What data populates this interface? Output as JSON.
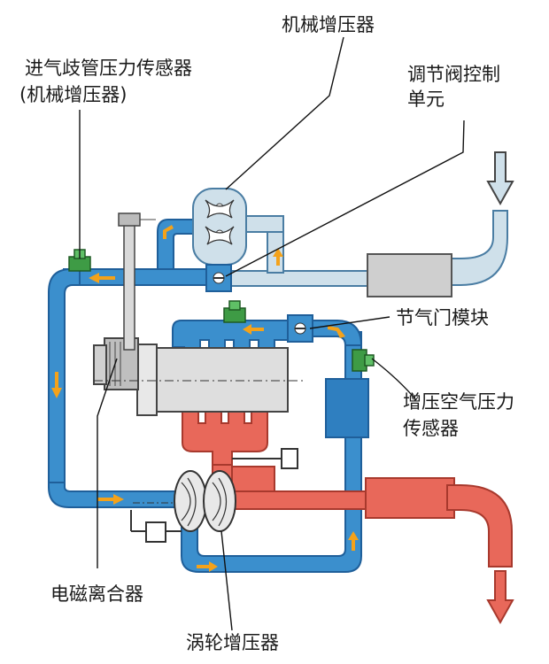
{
  "labels": {
    "supercharger": "机械增压器",
    "intake_sensor_line1": "进气歧管压力传感器",
    "intake_sensor_line2": "(机械增压器)",
    "control_unit_line1": "调节阀控制",
    "control_unit_line2": "单元",
    "throttle_module": "节气门模块",
    "boost_sensor_line1": "增压空气压力",
    "boost_sensor_line2": "传感器",
    "clutch": "电磁离合器",
    "turbocharger": "涡轮增压器"
  },
  "colors": {
    "fresh_air": "#cfe0ea",
    "charged_air": "#3b8fcd",
    "charged_air_dark": "#1f5f9a",
    "exhaust": "#e8685a",
    "sensor_green": "#3e9b45",
    "flow_arrow": "#f4a21a",
    "engine_grey": "#dcdcdc"
  }
}
